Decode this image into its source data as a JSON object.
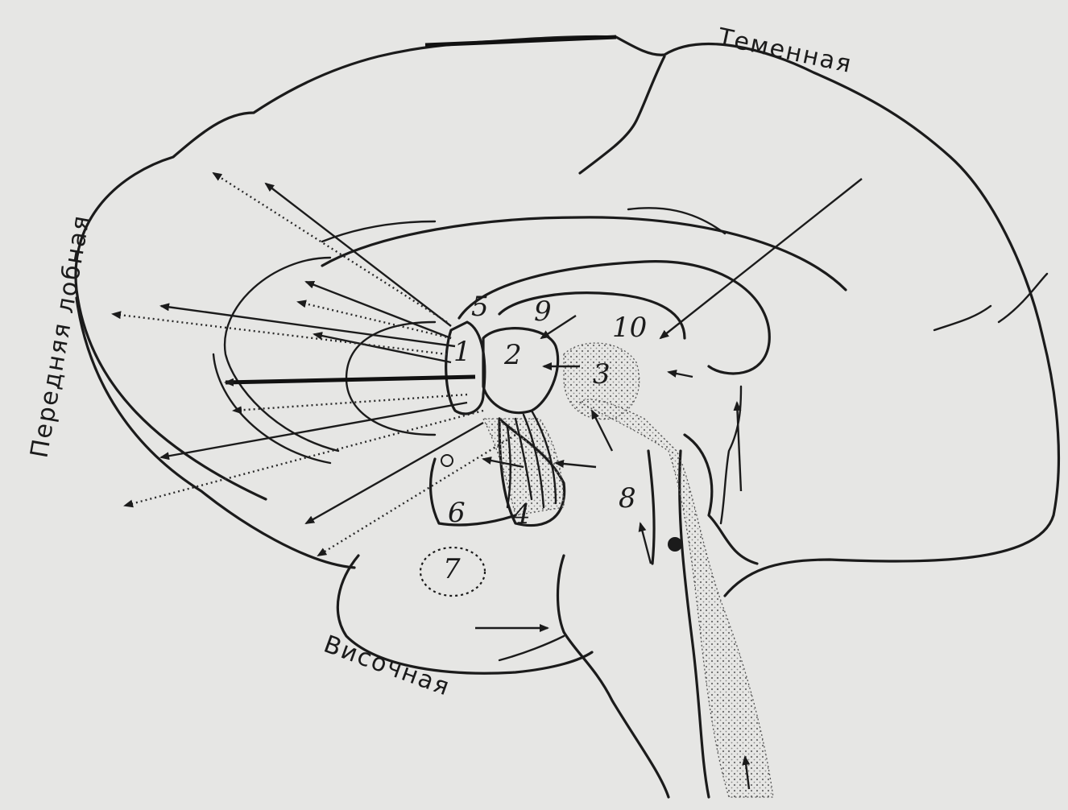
{
  "diagram": {
    "lobe_labels": {
      "parietal": "Теменная",
      "frontal": "Передняя лобная",
      "temporal": "Височная"
    },
    "region_numbers": [
      "1",
      "2",
      "3",
      "4",
      "5",
      "6",
      "7",
      "8",
      "9",
      "10"
    ],
    "colors": {
      "ink": "#1b1b1b",
      "paper": "#e6e6e4"
    }
  }
}
